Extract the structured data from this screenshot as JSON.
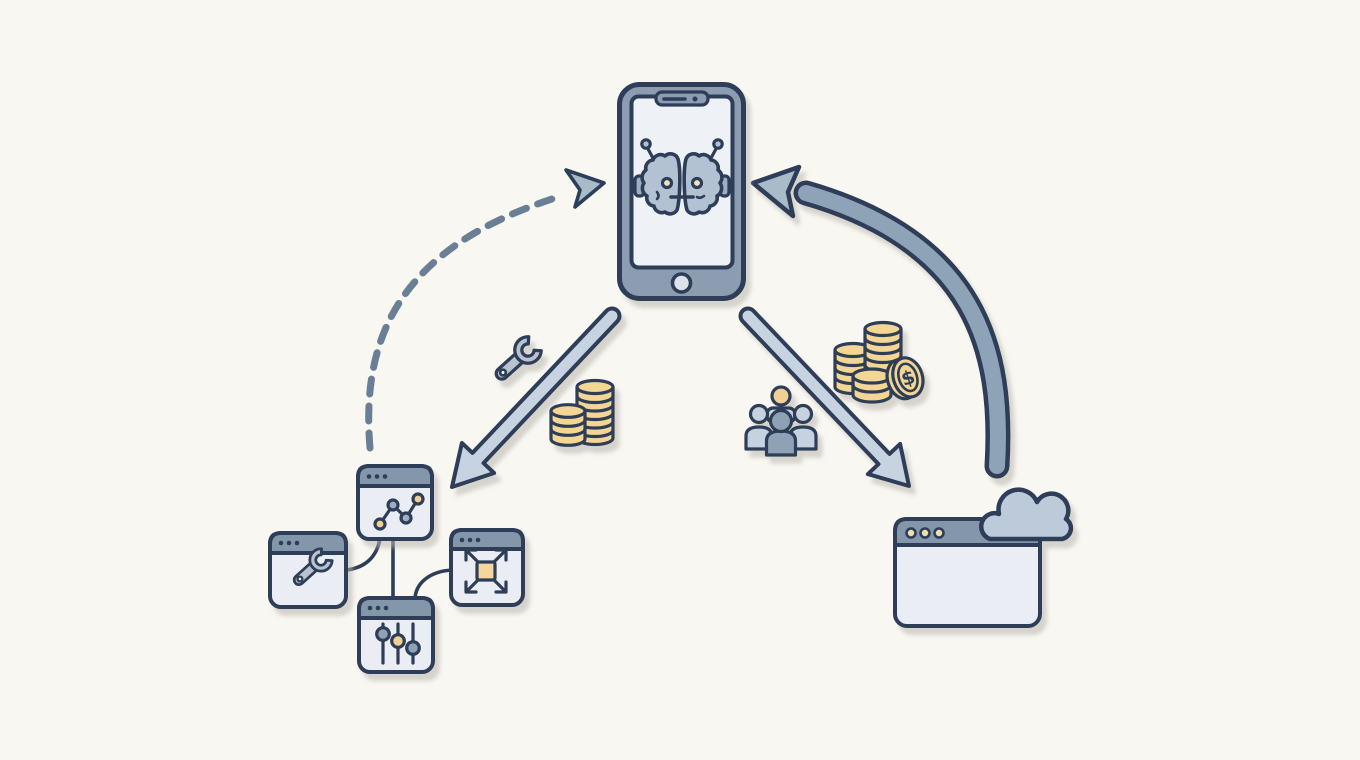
{
  "title": "Mobile AI app value-flow illustration",
  "labels": {
    "dollar": "$"
  },
  "colors": {
    "bg": "#f8f7f2",
    "navy": "#2d3e58",
    "phone_body": "#8c9db2",
    "screen": "#eef1f6",
    "home_button": "#dce3ea",
    "brain": "#b3c2d2",
    "brain_ear": "#9db0c2",
    "eye": "#f2e4b8",
    "win_body": "#eaeef4",
    "win_bar": "#8396aa",
    "dot_light": "#eedfad",
    "coin": "#f3d694",
    "arrow_light": "#c7d3e0",
    "arrow_mid": "#8ea2b8",
    "arrow_head": "#a9bac9",
    "dash": "#6a7f96",
    "people_light": "#c6d2df",
    "people_mid": "#8fa1b5",
    "head_yellow": "#f2cf92",
    "cloud": "#bccada",
    "accent_sq": "#f5d79e",
    "wrench": "#b7c3cf"
  },
  "scene": {
    "nodes": [
      {
        "id": "smartphone",
        "icon": "ai-brain-robot",
        "position": "top-center"
      },
      {
        "id": "app-windows-cluster",
        "position": "bottom-left",
        "windows": [
          "line-chart",
          "wrench-tool",
          "sliders",
          "expand-arrows"
        ]
      },
      {
        "id": "cloud-browser-window",
        "icon": "cloud",
        "position": "bottom-right"
      }
    ],
    "arrows": [
      {
        "id": "phone-to-apps",
        "style": "solid-tapered",
        "direction": "down-left",
        "adjacent_icons": [
          "wrench",
          "coin-stacks"
        ]
      },
      {
        "id": "phone-to-cloud",
        "style": "solid-tapered",
        "direction": "down-right",
        "adjacent_icons": [
          "user-group",
          "coin-stacks-dollar"
        ]
      },
      {
        "id": "apps-to-phone",
        "style": "dashed-curved",
        "direction": "up-right"
      },
      {
        "id": "cloud-to-phone",
        "style": "solid-curved",
        "direction": "up-left"
      }
    ]
  }
}
